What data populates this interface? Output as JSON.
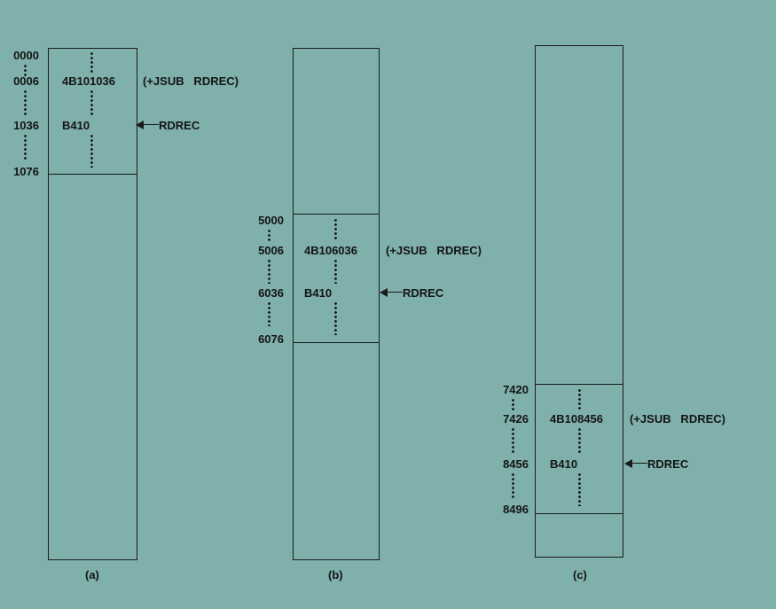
{
  "panel_a": {
    "addresses": [
      "0000",
      "0006",
      "1036",
      "1076"
    ],
    "instruction": "4B101036",
    "comment": "(+JSUB   RDREC)",
    "label_code": "B410",
    "arrow_label": "RDREC",
    "caption": "(a)"
  },
  "panel_b": {
    "addresses": [
      "5000",
      "5006",
      "6036",
      "6076"
    ],
    "instruction": "4B106036",
    "comment": "(+JSUB   RDREC)",
    "label_code": "B410",
    "arrow_label": "RDREC",
    "caption": "(b)"
  },
  "panel_c": {
    "addresses": [
      "7420",
      "7426",
      "8456",
      "8496"
    ],
    "instruction": "4B108456",
    "comment": "(+JSUB   RDREC)",
    "label_code": "B410",
    "arrow_label": "RDREC",
    "caption": "(c)"
  }
}
